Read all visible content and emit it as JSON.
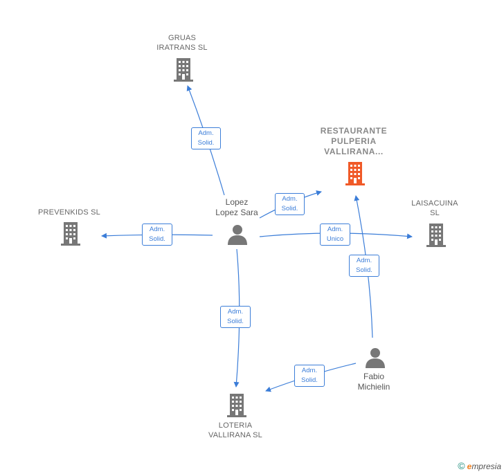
{
  "colors": {
    "edge": "#3b7dd8",
    "company_icon": "#777777",
    "highlight_icon": "#f05a28",
    "person_icon": "#777777"
  },
  "nodes": {
    "gruas": {
      "lines": [
        "GRUAS",
        "IRATRANS  SL"
      ],
      "icon": "building-icon"
    },
    "restaurante": {
      "lines": [
        "RESTAURANTE",
        "PULPERIA",
        "VALLIRANA..."
      ],
      "icon": "building-icon"
    },
    "prevenkids": {
      "lines": [
        "PREVENKIDS SL"
      ],
      "icon": "building-icon"
    },
    "laisacuina": {
      "lines": [
        "LAISACUINA",
        "SL"
      ],
      "icon": "building-icon"
    },
    "loteria": {
      "lines": [
        "LOTERIA",
        "VALLIRANA  SL"
      ],
      "icon": "building-icon"
    },
    "lopez": {
      "lines": [
        "Lopez",
        "Lopez Sara"
      ],
      "icon": "person-icon"
    },
    "fabio": {
      "lines": [
        "Fabio",
        "Michielin"
      ],
      "icon": "person-icon"
    }
  },
  "edges": [
    {
      "from": "lopez",
      "to": "gruas",
      "label": [
        "Adm.",
        "Solid."
      ]
    },
    {
      "from": "lopez",
      "to": "restaurante",
      "label": [
        "Adm.",
        "Solid."
      ]
    },
    {
      "from": "lopez",
      "to": "prevenkids",
      "label": [
        "Adm.",
        "Solid."
      ]
    },
    {
      "from": "lopez",
      "to": "laisacuina",
      "label": [
        "Adm.",
        "Unico"
      ]
    },
    {
      "from": "lopez",
      "to": "loteria",
      "label": [
        "Adm.",
        "Solid."
      ]
    },
    {
      "from": "fabio",
      "to": "restaurante",
      "label": [
        "Adm.",
        "Solid."
      ]
    },
    {
      "from": "fabio",
      "to": "loteria",
      "label": [
        "Adm.",
        "Solid."
      ]
    }
  ],
  "watermark": {
    "symbol": "©",
    "brand_initial": "e",
    "brand_rest": "mpresia"
  }
}
